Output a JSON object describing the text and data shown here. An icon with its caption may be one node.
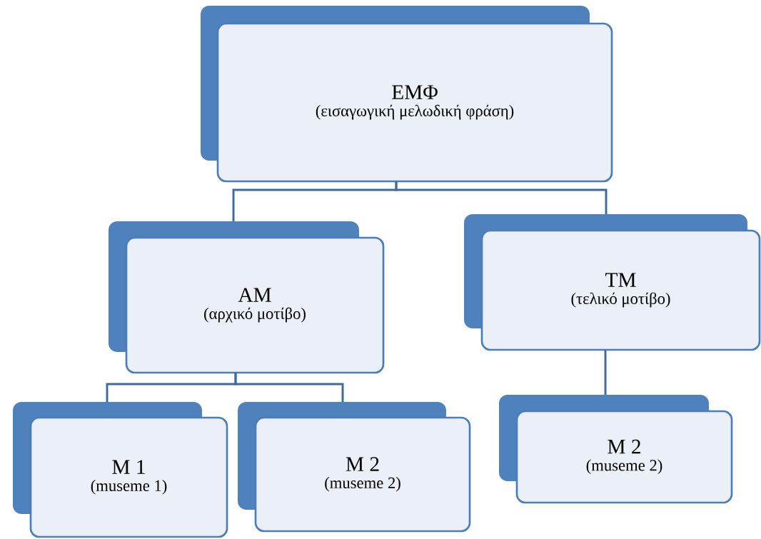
{
  "diagram": {
    "nodes": [
      {
        "text": [
          "ΕΜΦ",
          "(εισαγωγική μελωδική φράση)"
        ]
      },
      {
        "text": [
          "ΑΜ",
          "(αρχικό μοτίβο)"
        ]
      },
      {
        "text": [
          "ΤΜ",
          "(τελικό μοτίβο)"
        ]
      },
      {
        "text": [
          "Μ 1",
          "(museme 1)"
        ]
      },
      {
        "text": [
          "Μ 2",
          "(museme 2)"
        ]
      },
      {
        "text": [
          "Μ 2",
          "(museme 2)"
        ]
      }
    ],
    "edges": [
      {
        "from": 0,
        "to": 1,
        "arrow": "none"
      },
      {
        "from": 0,
        "to": 2,
        "arrow": "none"
      },
      {
        "from": 1,
        "to": 3,
        "arrow": "none"
      },
      {
        "from": 1,
        "to": 4,
        "arrow": "none"
      },
      {
        "from": 2,
        "to": 5,
        "arrow": "none"
      }
    ]
  }
}
